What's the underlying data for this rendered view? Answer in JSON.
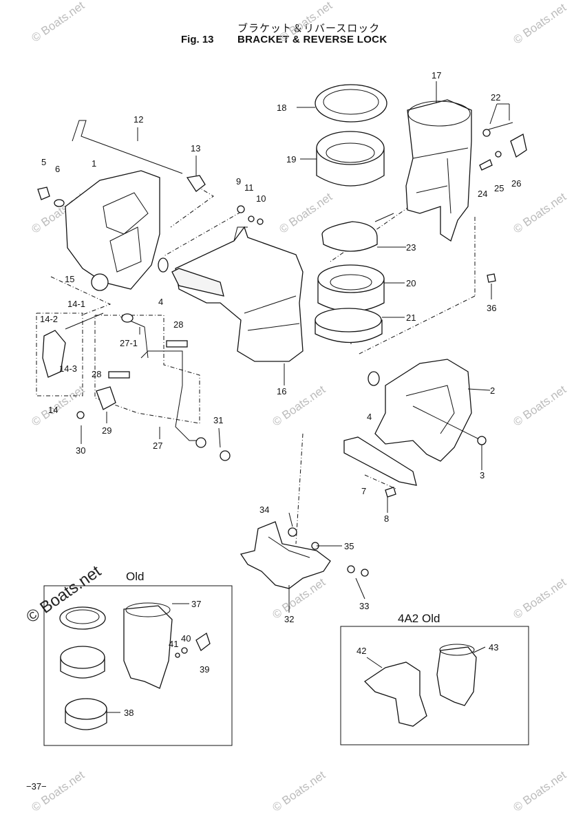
{
  "header": {
    "japanese_title": "ブラケット＆リバースロック",
    "fig_label": "Fig. 13",
    "title": "BRACKET & REVERSE LOCK"
  },
  "inset_old": {
    "title": "Old"
  },
  "inset_4a2": {
    "title": "4A2 Old"
  },
  "page_number": "−37−",
  "watermark": {
    "text": "© Boats.net",
    "large_text": "© Boats.net"
  },
  "callouts": {
    "c1": "1",
    "c2": "2",
    "c3": "3",
    "c4a": "4",
    "c4b": "4",
    "c5": "5",
    "c6": "6",
    "c7": "7",
    "c8": "8",
    "c9": "9",
    "c10": "10",
    "c11": "11",
    "c12": "12",
    "c13": "13",
    "c14": "14",
    "c14_1": "14-1",
    "c14_2": "14-2",
    "c14_3": "14-3",
    "c15": "15",
    "c16": "16",
    "c17": "17",
    "c18": "18",
    "c19": "19",
    "c20": "20",
    "c21": "21",
    "c22": "22",
    "c23": "23",
    "c24": "24",
    "c25": "25",
    "c26": "26",
    "c27": "27",
    "c27_1": "27-1",
    "c28a": "28",
    "c28b": "28",
    "c29": "29",
    "c30": "30",
    "c31": "31",
    "c32": "32",
    "c33": "33",
    "c34": "34",
    "c35": "35",
    "c36": "36",
    "c37": "37",
    "c38": "38",
    "c39": "39",
    "c40": "40",
    "c41": "41",
    "c42": "42",
    "c43": "43"
  }
}
